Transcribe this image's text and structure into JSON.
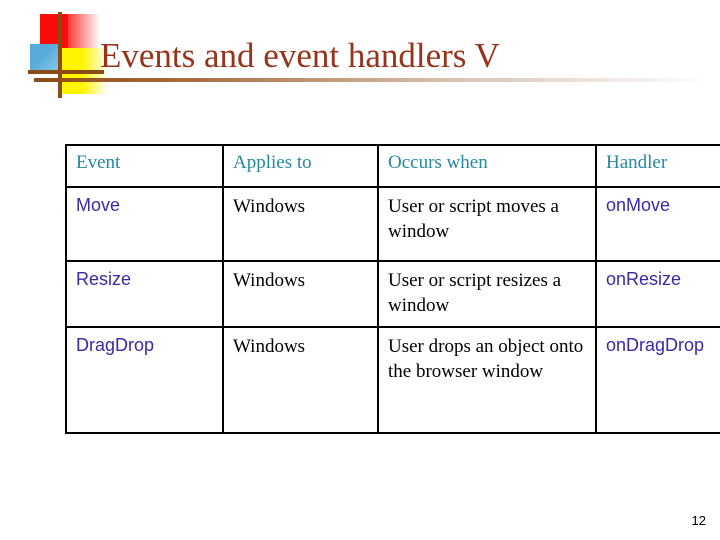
{
  "slide": {
    "title": "Events and event handlers V",
    "number": "12",
    "accent_color": "#97331b",
    "header_color": "#2389a0",
    "event_color": "#3b28a8"
  },
  "logo": {
    "red": "#fc0c06",
    "blue": "#64b5dc",
    "yellow": "#fff500",
    "bar": "#8a4b17"
  },
  "table": {
    "headers": [
      "Event",
      "Applies to",
      "Occurs when",
      "Handler"
    ],
    "rows": [
      {
        "event": "Move",
        "applies_to": "Windows",
        "occurs_when": "User or script moves a window",
        "handler": "onMove"
      },
      {
        "event": "Resize",
        "applies_to": "Windows",
        "occurs_when": "User or script resizes a window",
        "handler": "onResize"
      },
      {
        "event": "DragDrop",
        "applies_to": "Windows",
        "occurs_when": "User drops an object onto the browser window",
        "handler": "onDragDrop"
      }
    ]
  }
}
